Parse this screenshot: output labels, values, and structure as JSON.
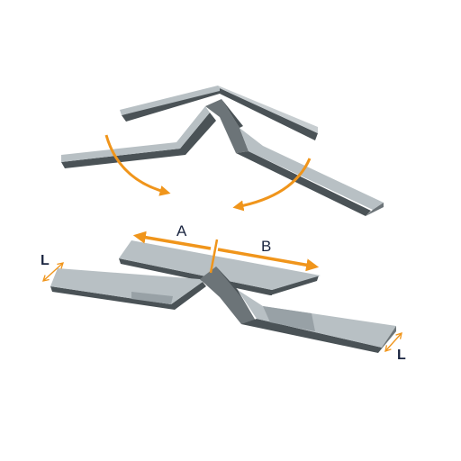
{
  "colors": {
    "background": "#ffffff",
    "panel_top": "#b8c0c4",
    "panel_top_light": "#c7cdd0",
    "panel_edge": "#4a5256",
    "panel_side": "#6c7478",
    "arrow": "#f0951b"
  },
  "labels": {
    "a": "A",
    "b": "B",
    "l_left": "L",
    "l_right": "L"
  },
  "icons": {
    "rotation": "curved-arrow",
    "span": "double-headed-arrow",
    "width": "thin-double-headed-arrow"
  }
}
